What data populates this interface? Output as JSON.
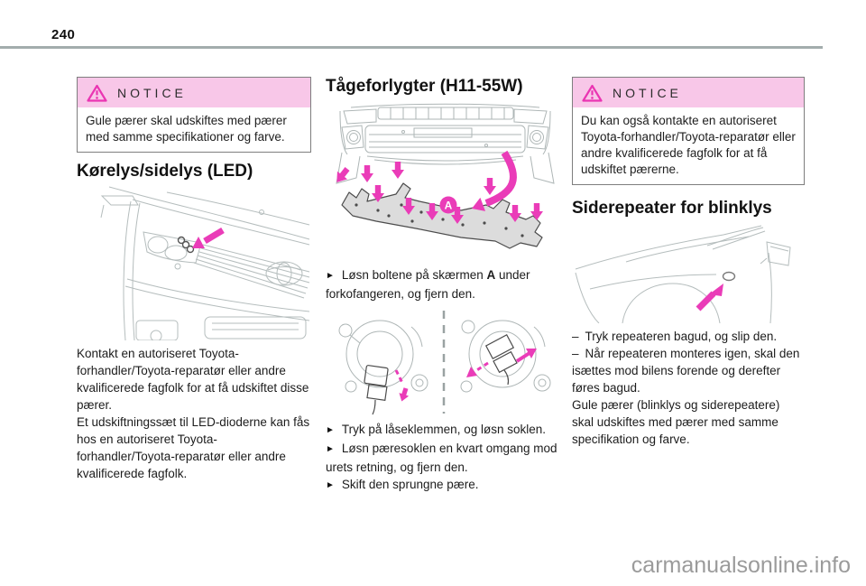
{
  "page": {
    "number": "240",
    "watermark": "carmanualsonline.info"
  },
  "colors": {
    "accent_pink": "#ea3cb8",
    "notice_header_bg": "#f8c7e8",
    "notice_border": "#7e7e7e",
    "drawing_line_gray": "#b5bdbd",
    "rule_gray": "#a3adad",
    "watermark_gray": "#9b9b9b"
  },
  "glyphs": {
    "bullet": "►",
    "dash": "–"
  },
  "notice_label": "NOTICE",
  "left_column": {
    "notice_text": "Gule pærer skal udskiftes med pærer med samme specifikationer og farve.",
    "heading": "Kørelys/sidelys (LED)",
    "paragraph1": "Kontakt en autoriseret Toyota-forhandler/Toyota-reparatør eller andre kvalificerede fagfolk for at få udskiftet disse pærer.",
    "paragraph2": "Et udskiftningssæt til LED-dioderne kan fås hos en autoriseret Toyota-forhandler/Toyota-reparatør eller andre kvalificerede fagfolk."
  },
  "middle_column": {
    "heading": "Tågeforlygter (H11-55W)",
    "callout_label": "A",
    "step1_pre": "Løsn boltene på skærmen ",
    "step1_bold": "A",
    "step1_post": " under forkofangeren, og fjern den.",
    "steps": [
      "Tryk på låseklemmen, og løsn soklen.",
      "Løsn pæresoklen en kvart omgang mod urets retning, og fjern den.",
      "Skift den sprungne pære."
    ]
  },
  "right_column": {
    "notice_text": "Du kan også kontakte en autoriseret Toyota-forhandler/Toyota-reparatør eller andre kvalificerede fagfolk for at få udskiftet pærerne.",
    "heading": "Siderepeater for blinklys",
    "dash_items": [
      "Tryk repeateren bagud, og slip den.",
      "Når repeateren monteres igen, skal den isættes mod bilens forende og derefter føres bagud."
    ],
    "paragraph": "Gule pærer (blinklys og siderepeatere) skal udskiftes med pærer med samme specifikation og farve."
  }
}
